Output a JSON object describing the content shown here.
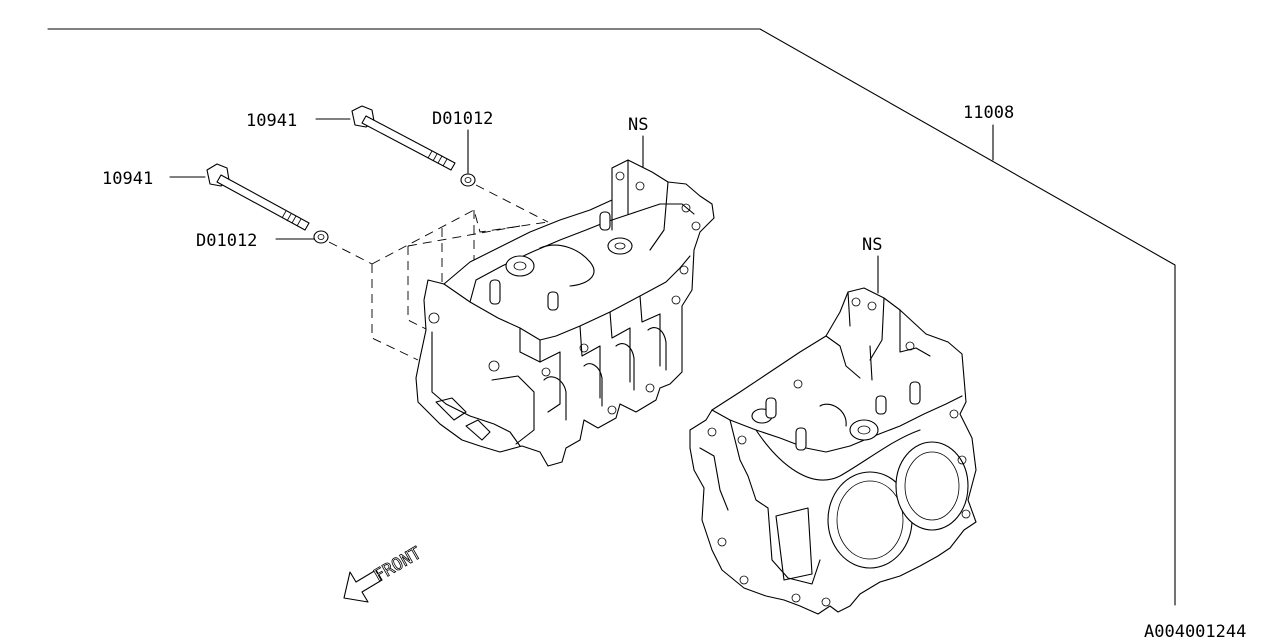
{
  "labels": {
    "assembly_part": "11008",
    "bolt_upper": "10941",
    "bolt_lower": "10941",
    "washer_upper": "D01012",
    "washer_lower": "D01012",
    "ns_left_block": "NS",
    "ns_right_block": "NS",
    "front_indicator": "FRONT",
    "diagram_id": "A004001244"
  },
  "icons": {
    "front_arrow": "front-arrow-icon"
  }
}
